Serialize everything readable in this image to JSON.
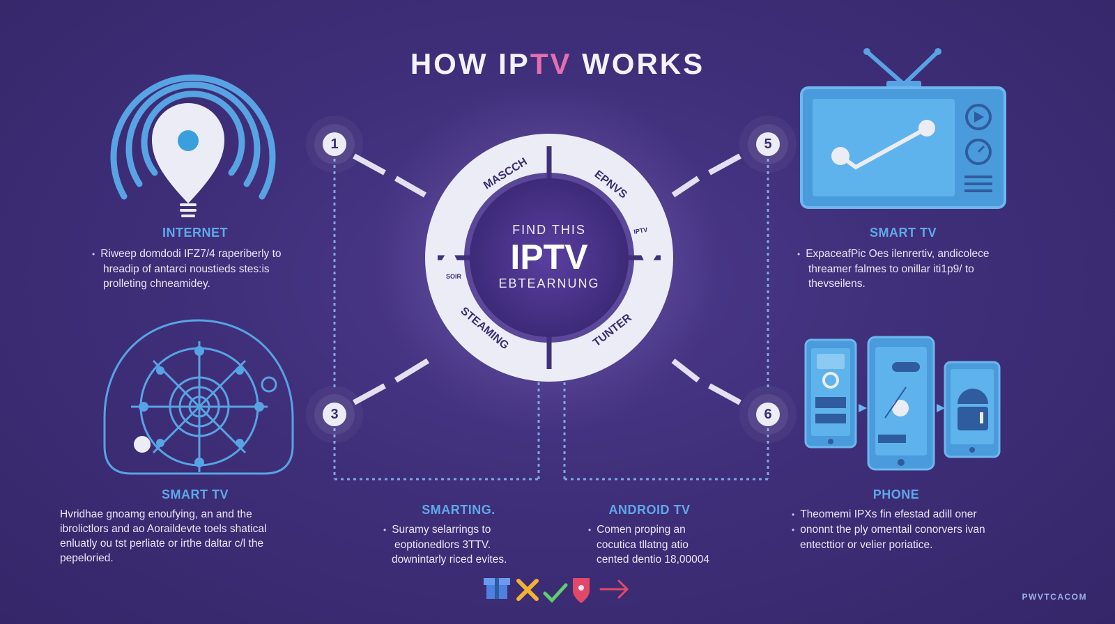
{
  "title": {
    "prefix": "HOW IP",
    "accent": "TV",
    "suffix": " WORKS"
  },
  "center": {
    "top": "FIND THIS",
    "main": "IPTV",
    "bottom": "EBTEARNUNG"
  },
  "ring_labels": {
    "top_left": "MASCCH",
    "top_right": "EPNVS",
    "right_small": "IPTV",
    "left_small": "SOIR",
    "bottom_left": "STEAMING",
    "bottom_right": "TUNTER"
  },
  "nodes": [
    "1",
    "5",
    "3",
    "6"
  ],
  "sections": {
    "internet": {
      "heading": "INTERNET",
      "lines": [
        "Riweep domdodi IFZ7/4 raperiberly to",
        "hreadip of antarci noustieds stes:is",
        "prolleting chneamidey."
      ]
    },
    "smart_tv_top": {
      "heading": "SMART TV",
      "lines": [
        "ExpaceafPic Oes ilenrertiv, andicolece",
        "threamer falmes to onillar iti1p9/ to",
        "thevseilens."
      ]
    },
    "smart_tv_bottom": {
      "heading": "SMART TV",
      "lines": [
        "Hvridhae gnoamg enoufying, an and the",
        "ibrolictlors and ao Aoraildevte toels shatical",
        "enluatly ou tst perliate or irthe daltar c/l the",
        "pepeloried."
      ]
    },
    "smarting": {
      "heading": "SMARTING.",
      "lines": [
        "Suramy selarrings to",
        "eoptionedlors 3TTV.",
        "downintarly riced evites."
      ]
    },
    "android_tv": {
      "heading": "ANDROID TV",
      "lines": [
        "Comen proping an",
        "cocutica tllatng atio",
        "cented dentio 18,00004"
      ]
    },
    "phone": {
      "heading": "PHONE",
      "lines": [
        "Theomemi IPXs fin efestad adill oner",
        "ononnt the ply omentail conorvers ivan",
        "entecttior or velier poriatice."
      ]
    }
  },
  "footer": "PWVTCACOM",
  "icons": [
    "wifi-bulb-icon",
    "retro-tv-icon",
    "network-globe-icon",
    "devices-icon",
    "gift-box-icon",
    "tools-icon",
    "checkmark-icon",
    "shield-icon",
    "arrow-right-icon"
  ],
  "colors": {
    "background": "#3f2f7a",
    "accent_blue": "#5fa8e8",
    "accent_pink": "#e36fb2",
    "ring": "#ececf6"
  }
}
